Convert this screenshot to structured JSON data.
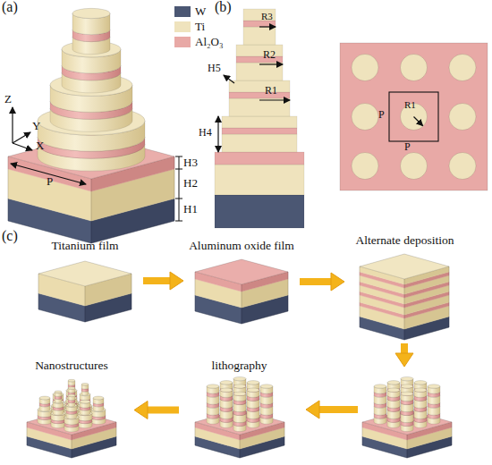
{
  "diagram": {
    "nodes": [
      {
        "text": [
          "Titanium film"
        ]
      },
      {
        "text": [
          "Aluminum oxide film"
        ]
      },
      {
        "text": [
          "Alternate deposition"
        ]
      },
      {
        "text": [
          "Nanostructures"
        ]
      },
      {
        "text": [
          "lithography"
        ]
      }
    ],
    "edges": [
      {
        "from": 0,
        "to": 1,
        "arrow": "to"
      },
      {
        "from": 1,
        "to": 2,
        "arrow": "to"
      },
      {
        "from": 4,
        "to": 3,
        "arrow": "to"
      }
    ],
    "labels": [
      "(a)",
      "Z",
      "X",
      "Y",
      "P",
      "H3",
      "H2",
      "H1",
      "(b)",
      "R3",
      "H5",
      "R2",
      "H4",
      "R1",
      "P",
      "P",
      "R1",
      "(c)"
    ],
    "legend": [
      {
        "text": "W",
        "color": "#4b5773"
      },
      {
        "text": "Ti",
        "color": "#efe3bd"
      },
      {
        "text": "Al₂O₃",
        "color": "#e8a9a6"
      }
    ]
  }
}
